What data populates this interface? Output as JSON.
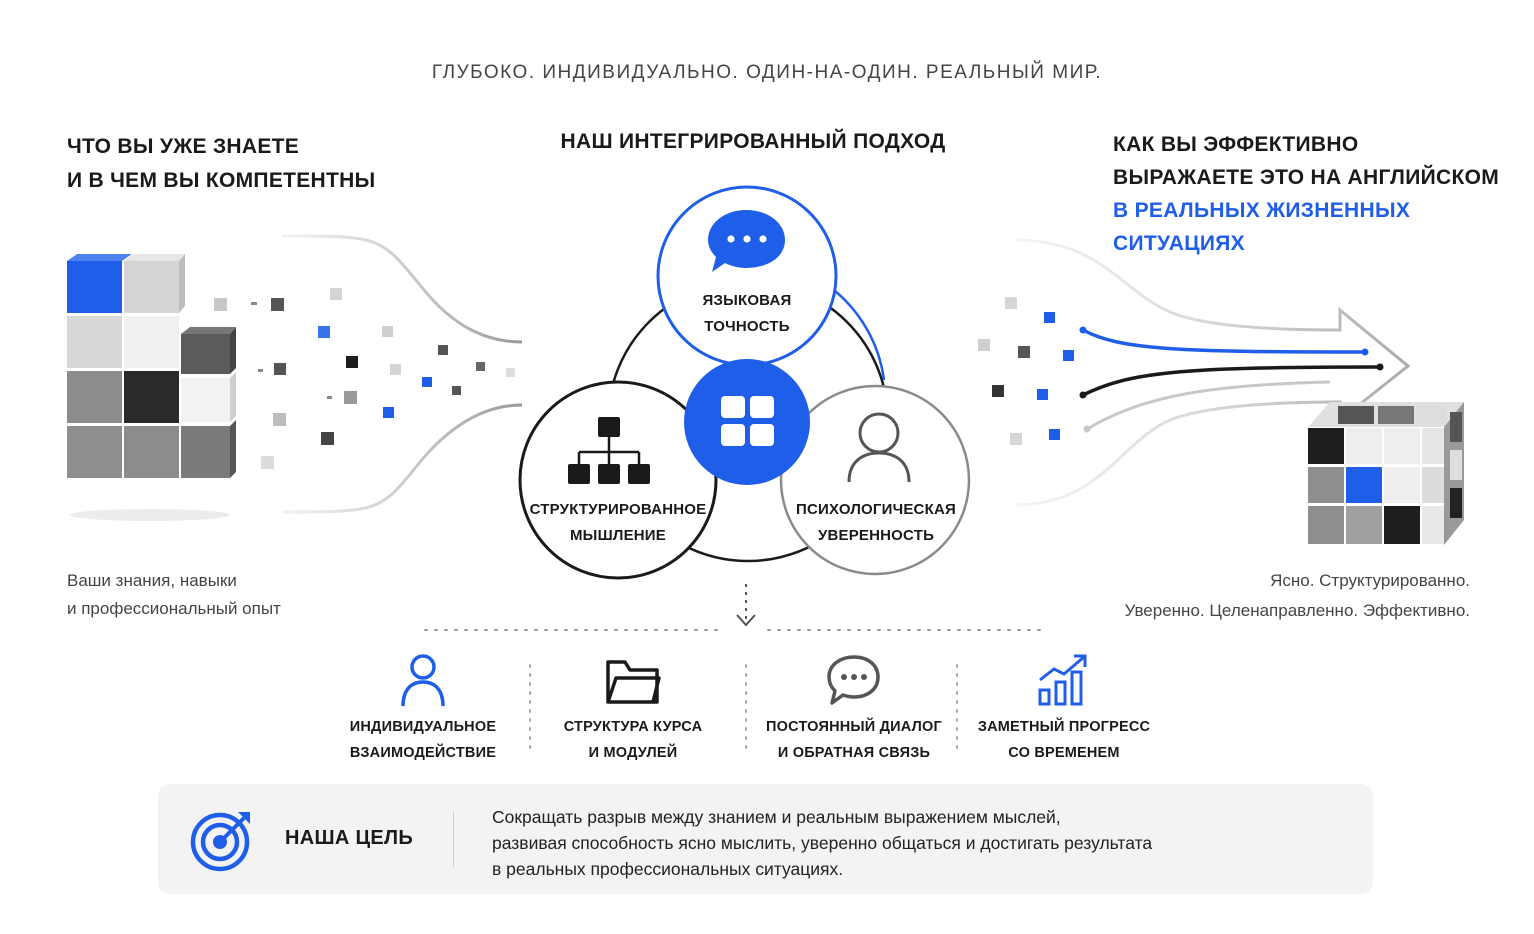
{
  "tagline": "ГЛУБОКО. ИНДИВИДУАЛЬНО. ОДИН-НА-ОДИН. РЕАЛЬНЫЙ МИР.",
  "left": {
    "heading_line1": "ЧТО ВЫ УЖЕ ЗНАЕТЕ",
    "heading_line2": "И В ЧЕМ ВЫ КОМПЕТЕНТНЫ",
    "caption_line1": "Ваши знания, навыки",
    "caption_line2": "и профессиональный опыт"
  },
  "center": {
    "heading": "НАШ ИНТЕГРИРОВАННЫЙ ПОДХОД",
    "circles": {
      "language_line1": "ЯЗЫКОВАЯ",
      "language_line2": "ТОЧНОСТЬ",
      "structure_line1": "СТРУКТУРИРОВАННОЕ",
      "structure_line2": "МЫШЛЕНИЕ",
      "psych_line1": "ПСИХОЛОГИЧЕСКАЯ",
      "psych_line2": "УВЕРЕННОСТЬ"
    }
  },
  "right": {
    "heading_line1": "КАК ВЫ ЭФФЕКТИВНО",
    "heading_line2": "ВЫРАЖАЕТЕ ЭТО НА АНГЛИЙСКОМ",
    "heading_line3": "В РЕАЛЬНЫХ ЖИЗНЕННЫХ СИТУАЦИЯХ",
    "caption_line1": "Ясно. Структурированно.",
    "caption_line2": "Уверенно. Целенаправленно. Эффективно."
  },
  "features": [
    {
      "icon": "person-icon",
      "line1": "ИНДИВИДУАЛЬНОЕ",
      "line2": "ВЗАИМОДЕЙСТВИЕ"
    },
    {
      "icon": "folder-icon",
      "line1": "СТРУКТУРА КУРСА",
      "line2": "И МОДУЛЕЙ"
    },
    {
      "icon": "chat-icon",
      "line1": "ПОСТОЯННЫЙ ДИАЛОГ",
      "line2": "И ОБРАТНАЯ СВЯЗЬ"
    },
    {
      "icon": "growth-chart-icon",
      "line1": "ЗАМЕТНЫЙ ПРОГРЕСС",
      "line2": "СО ВРЕМЕНЕМ"
    }
  ],
  "goal": {
    "title": "НАША ЦЕЛЬ",
    "line1": "Сокращать разрыв между знанием и реальным выражением мыслей,",
    "line2": "развивая способность ясно мыслить, уверенно общаться и достигать результата",
    "line3": "в реальных профессиональных ситуациях."
  },
  "colors": {
    "accent": "#1f5ee8",
    "dark": "#1a1a1a",
    "gray": "#8a8a8a",
    "panel": "#f3f3f4"
  }
}
